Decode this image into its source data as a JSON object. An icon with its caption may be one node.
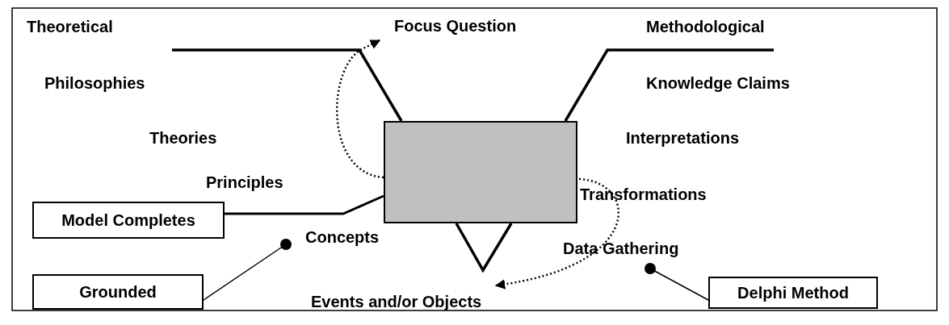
{
  "diagram": {
    "nodes": [
      {
        "text": [],
        "shape": "box"
      },
      {
        "text": [
          "Focus Question"
        ]
      },
      {
        "text": [
          "Events and/or Objects"
        ]
      },
      {
        "text": [
          "Model Completes"
        ]
      },
      {
        "text": [
          "Concepts"
        ]
      },
      {
        "text": [
          "Grounded"
        ]
      },
      {
        "text": [
          "Data Gathering"
        ]
      },
      {
        "text": [
          "Delphi Method"
        ]
      }
    ],
    "edges": [
      {
        "from": 0,
        "to": 1,
        "arrow": "to",
        "style": "dashed"
      },
      {
        "from": 0,
        "to": 2,
        "arrow": "to",
        "style": "dashed"
      },
      {
        "from": 3,
        "to": 0,
        "arrow": "none"
      },
      {
        "from": 5,
        "to": 4,
        "arrow": "other"
      },
      {
        "from": 7,
        "to": 6,
        "arrow": "other"
      }
    ],
    "labels": [
      "Theoretical",
      "Methodological",
      "Philosophies",
      "Knowledge Claims",
      "Theories",
      "Interpretations",
      "Principles",
      "Transformations"
    ]
  }
}
